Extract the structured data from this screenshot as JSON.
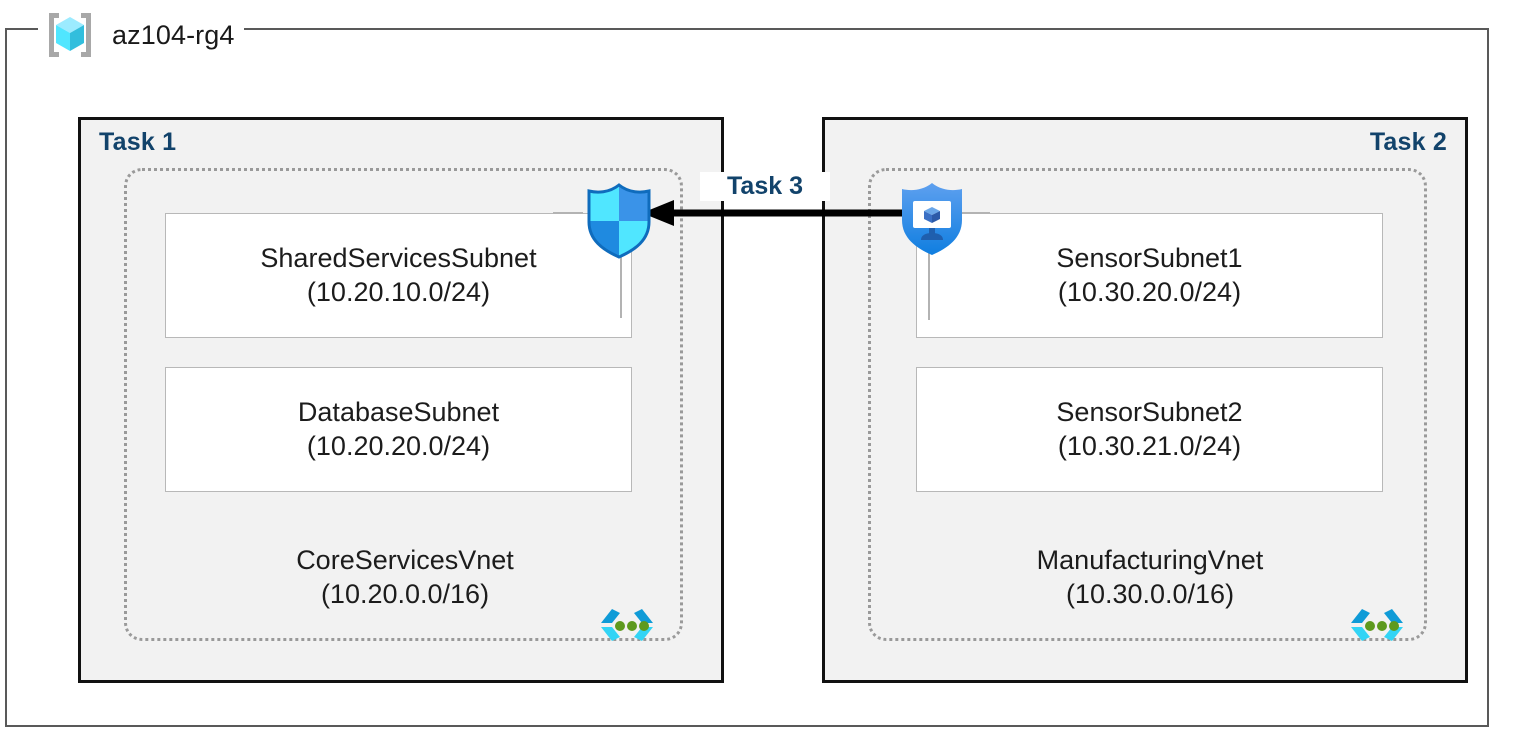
{
  "diagram": {
    "resource_group": {
      "name": "az104-rg4",
      "icon": "resource-group-cube-icon"
    },
    "tasks": [
      {
        "id": "task1",
        "label": "Task 1",
        "align": "left"
      },
      {
        "id": "task2",
        "label": "Task 2",
        "align": "right"
      },
      {
        "id": "task3",
        "label": "Task 3",
        "align": "center"
      }
    ],
    "vnets": [
      {
        "id": "vnet1",
        "name": "CoreServicesVnet",
        "cidr": "(10.20.0.0/16)",
        "icon": "vnet-icon",
        "subnets": [
          {
            "id": "subnet-shared",
            "name": "SharedServicesSubnet",
            "cidr": "(10.20.10.0/24)"
          },
          {
            "id": "subnet-database",
            "name": "DatabaseSubnet",
            "cidr": "(10.20.20.0/24)"
          }
        ]
      },
      {
        "id": "vnet2",
        "name": "ManufacturingVnet",
        "cidr": "(10.30.0.0/16)",
        "icon": "vnet-icon",
        "subnets": [
          {
            "id": "subnet-sensor1",
            "name": "SensorSubnet1",
            "cidr": "(10.30.20.0/24)"
          },
          {
            "id": "subnet-sensor2",
            "name": "SensorSubnet2",
            "cidr": "(10.30.21.0/24)"
          }
        ]
      }
    ],
    "icons": {
      "nsg": "network-security-group-shield-icon",
      "bastion": "azure-bastion-shield-icon",
      "connection_arrow": "left-arrow-icon"
    },
    "colors": {
      "task_label": "#12436b",
      "task_box_border": "#111111",
      "task_box_fill": "#f2f2f2",
      "vnet_border": "#9a9a9a",
      "subnet_border": "#b8b8b8",
      "frame_border": "#595959",
      "azure_cyan": "#50e6ff",
      "azure_blue": "#0078d4",
      "vnet_dot_green": "#5e9a1e",
      "arrow": "#000000"
    }
  }
}
